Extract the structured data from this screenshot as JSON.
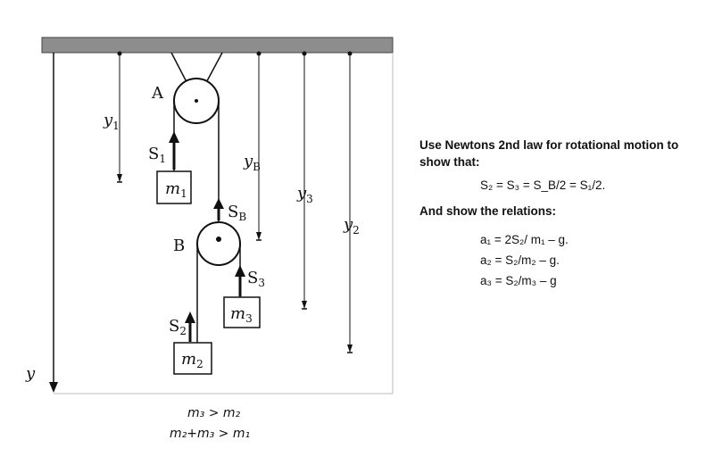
{
  "diagram": {
    "pulley_a_label": "A",
    "pulley_b_label": "B",
    "axis_y": "y",
    "y1": "y",
    "y1_sub": "1",
    "yB": "y",
    "yB_sub": "B",
    "y3": "y",
    "y3_sub": "3",
    "y2": "y",
    "y2_sub": "2",
    "s1": "S",
    "s1_sub": "1",
    "sB": "S",
    "sB_sub": "B",
    "s3": "S",
    "s3_sub": "3",
    "s2": "S",
    "s2_sub": "2",
    "m1": "m",
    "m1_sub": "1",
    "m2": "m",
    "m2_sub": "2",
    "m3": "m",
    "m3_sub": "3"
  },
  "conditions": {
    "line1": "m₃ > m₂",
    "line2": "m₂+m₃ > m₁"
  },
  "side_text": {
    "instruction": "Use Newtons 2nd law for rotational motion to show that:",
    "equation": "S₂ = S₃ = S_B/2 = S₁/2.",
    "relations_intro": "And show the relations:",
    "a1": "a₁ = 2S₂/ m₁ – g.",
    "a2": "a₂ = S₂/m₂ – g.",
    "a3": "a₃ = S₂/m₃ – g"
  }
}
